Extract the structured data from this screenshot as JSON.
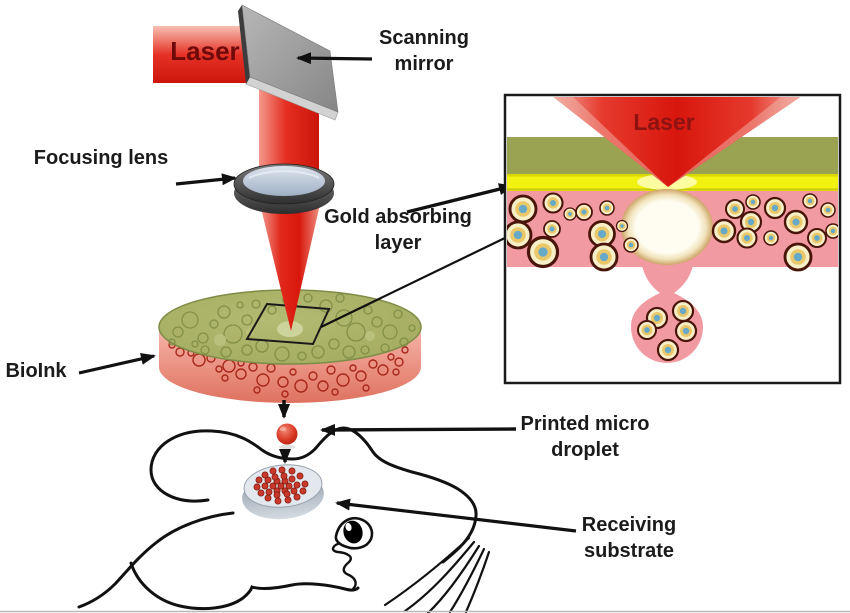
{
  "figure": {
    "type": "laser-assisted-bioprinting-diagram",
    "labels": {
      "laser_source": "Laser",
      "scanning_mirror": {
        "line1": "Scanning",
        "line2": "mirror"
      },
      "focusing_lens": "Focusing lens",
      "gold_absorbing_layer": {
        "line1": "Gold absorbing",
        "line2": "layer"
      },
      "bioink": "BioInk",
      "inset_laser": "Laser",
      "printed_micro_droplet": {
        "line1": "Printed micro",
        "line2": "droplet"
      },
      "receiving_substrate": {
        "line1": "Receiving",
        "line2": "substrate"
      }
    },
    "colors": {
      "laser_red": "#dd1c10",
      "laser_text_dark_red": "#6e0a0a",
      "inset_laser_text": "#8d1310",
      "mirror_gray": "#9c9c9c",
      "lens_glass_blue": "#b9c5d6",
      "bioink_top_green": "#a9b168",
      "bioink_side_pink": "#efa096",
      "gold_layer_yellow": "#f1f112",
      "inset_green_layer": "#9aa351",
      "inset_pink_layer": "#f29aa2",
      "cell_cream": "#f7efc7",
      "cell_gold_ring": "#eac768",
      "cell_nucleus_blue": "#66a9c9",
      "substrate_gray": "#c3ccd4",
      "droplet_red": "#d5301f",
      "outline_black": "#111111"
    }
  }
}
